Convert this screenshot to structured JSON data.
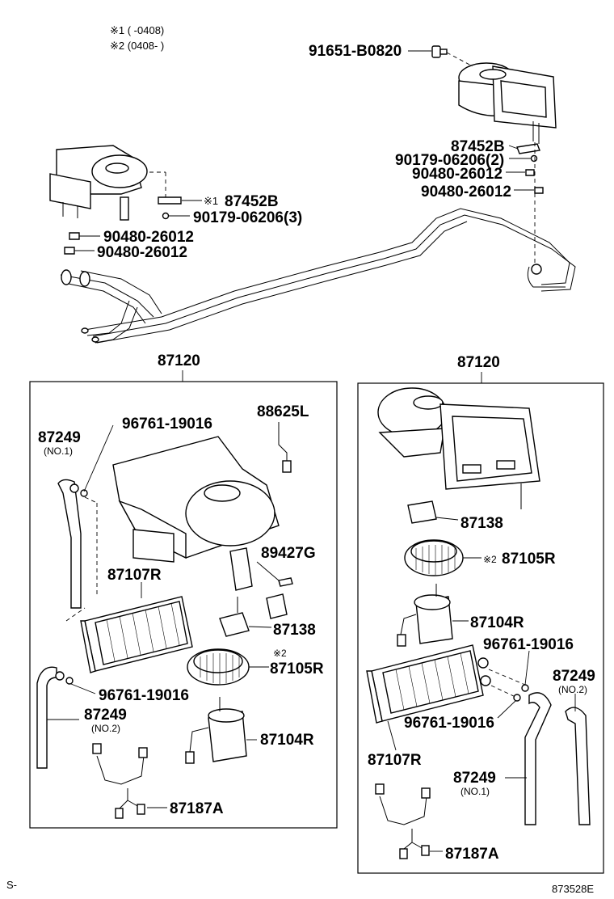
{
  "legend": {
    "line1": "※1 (      -0408)",
    "line2": "※2 (0408-       )"
  },
  "parts": {
    "top_bolt": "91651-B0820",
    "top_right_bracket": "87452B",
    "top_right_screw": "90179-06206(2)",
    "top_right_nut_a": "90480-26012",
    "top_right_nut_b": "90480-26012",
    "top_left_bracket_mark": "※1",
    "top_left_bracket": "87452B",
    "top_left_screw": "90179-06206(3)",
    "top_left_nut_a": "90480-26012",
    "top_left_nut_b": "90480-26012",
    "left_unit_title": "87120",
    "right_unit_title": "87120",
    "l_hose_no1": "87249",
    "l_hose_no1_sub": "(NO.1)",
    "l_clamp_top": "96761-19016",
    "l_sensor": "88625L",
    "l_resistor": "89427G",
    "l_core": "87107R",
    "l_relay": "87138",
    "l_fan_mark": "※2",
    "l_fan": "87105R",
    "l_clamp_bottom": "96761-19016",
    "l_hose_no2": "87249",
    "l_hose_no2_sub": "(NO.2)",
    "l_motor": "87104R",
    "l_harness": "87187A",
    "r_relay": "87138",
    "r_fan_mark": "※2",
    "r_fan": "87105R",
    "r_motor": "87104R",
    "r_clamp_top": "96761-19016",
    "r_hose_no2": "87249",
    "r_hose_no2_sub": "(NO.2)",
    "r_clamp_bottom": "96761-19016",
    "r_core": "87107R",
    "r_hose_no1": "87249",
    "r_hose_no1_sub": "(NO.1)",
    "r_harness": "87187A"
  },
  "footer": {
    "left_code": "S-",
    "diagram_id": "873528E"
  }
}
